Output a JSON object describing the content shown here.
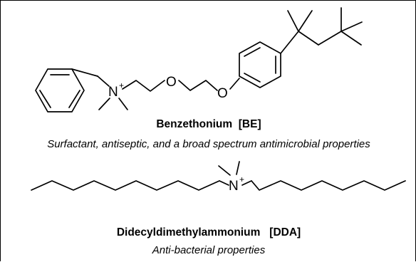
{
  "compounds": [
    {
      "name": "Benzethonium",
      "abbreviation": "[BE]",
      "description": "Surfactant, antiseptic, and a broad spectrum antimicrobial properties",
      "atoms": {
        "nitrogen": "N",
        "charge": "+",
        "oxygen1": "O",
        "oxygen2": "O"
      }
    },
    {
      "name": "Didecyldimethylammonium",
      "abbreviation": "[DDA]",
      "description": "Anti-bacterial properties",
      "atoms": {
        "nitrogen": "N",
        "charge": "+"
      }
    }
  ]
}
